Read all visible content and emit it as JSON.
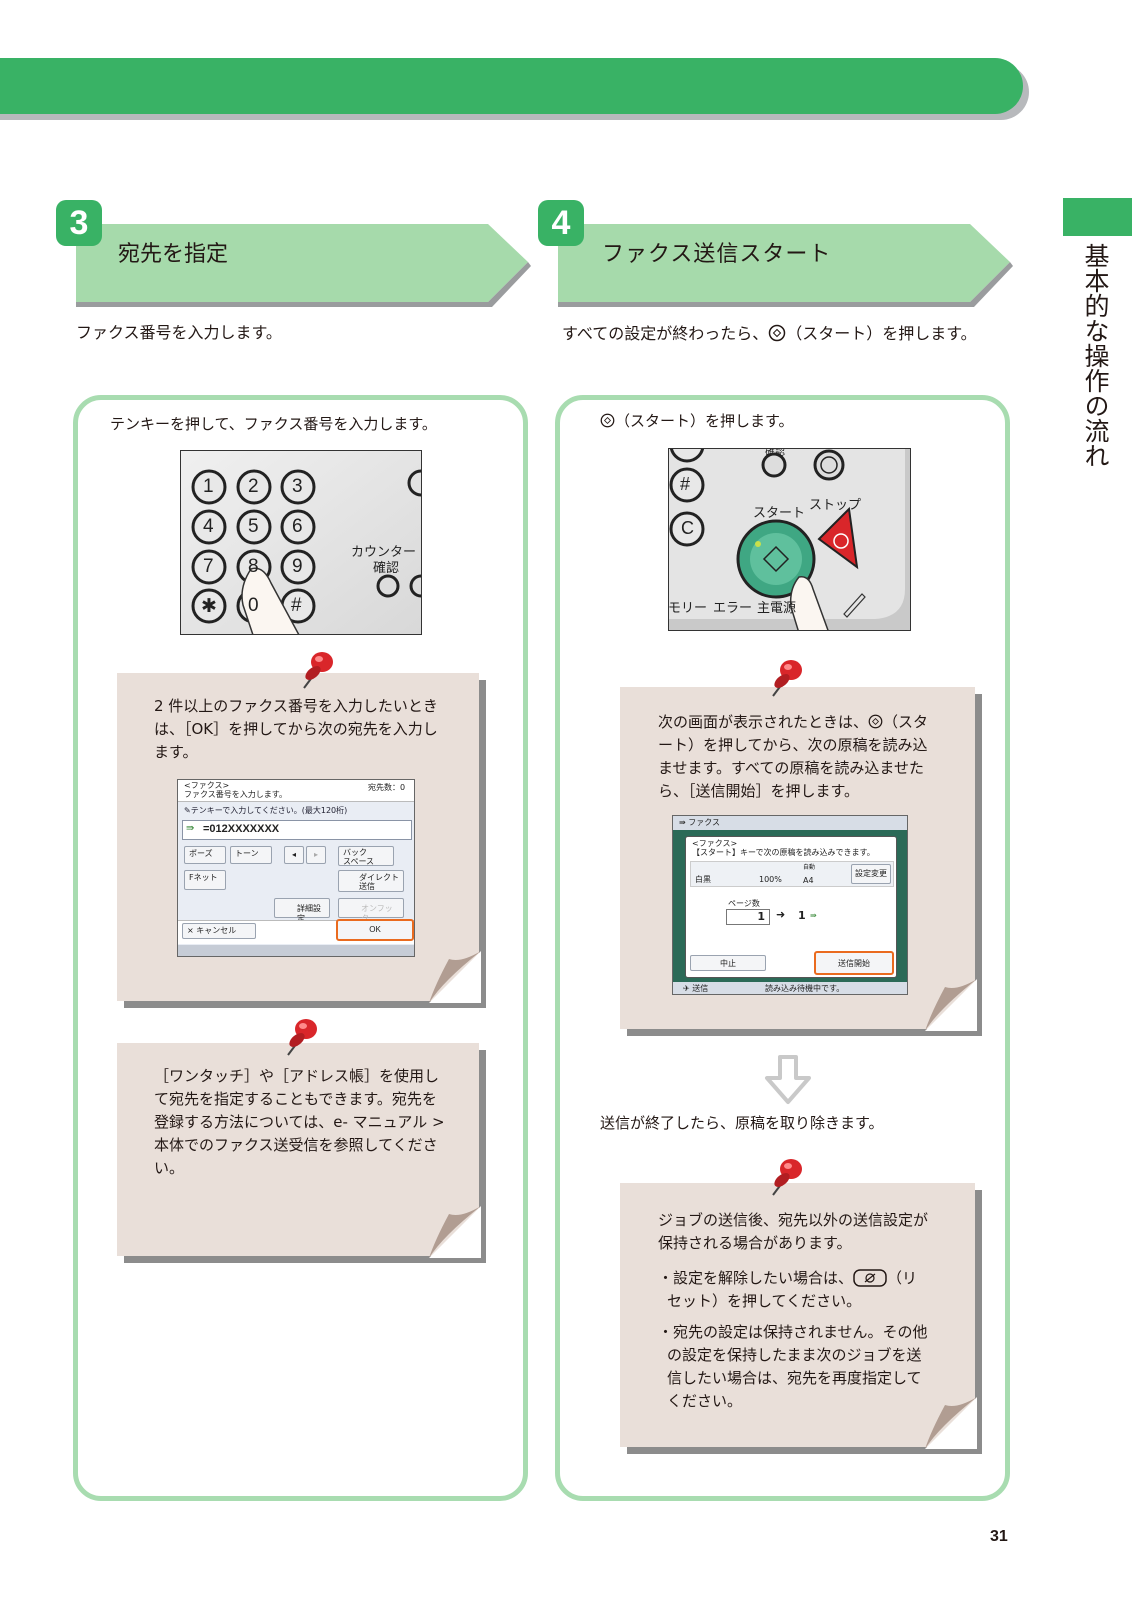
{
  "side_title": "基本的な操作の流れ",
  "page_number": "31",
  "steps": [
    {
      "number": "3",
      "title": "宛先を指定",
      "intro": "ファクス番号を入力します。",
      "instruction": "テンキーを押して、ファクス番号を入力します。",
      "keypad": {
        "keys": [
          "1",
          "2",
          "3",
          "4",
          "5",
          "6",
          "7",
          "8",
          "9",
          "✱",
          "0",
          "#"
        ],
        "counter_label_1": "カウンター",
        "counter_label_2": "確認"
      },
      "note1": "2 件以上のファクス番号を入力したいときは、［OK］を押してから次の宛先を入力します。",
      "screen": {
        "header_1": "<ファクス>",
        "header_2": "ファクス番号を入力します。",
        "dest_count": "宛先数：0",
        "hint": "テンキーで入力してください。(最大120桁)",
        "number": "=012XXXXXXX",
        "btn_pause": "ポーズ",
        "btn_tone": "トーン",
        "btn_backspace": "バック\nスペース",
        "btn_fnet": "Fネット",
        "btn_direct": "ダイレクト\n送信",
        "btn_detail": "詳細設定",
        "btn_onhook": "オンフック",
        "btn_cancel": "× キャンセル",
        "btn_ok": "OK"
      },
      "note2": "［ワンタッチ］や［アドレス帳］を使用して宛先を指定することもできます。宛先を登録する方法については、e- マニュアル > 本体でのファクス送受信を参照してください。"
    },
    {
      "number": "4",
      "title": "ファクス送信スタート",
      "intro_pre": "すべての設定が終わったら、",
      "intro_post": "（スタート）を押します。",
      "instruction_post": "（スタート）を押します。",
      "panel_labels": {
        "confirm": "確認",
        "start": "スタート",
        "stop": "ストップ",
        "memory": "モリー",
        "error": "エラー",
        "main_power": "主電源",
        "hash": "#",
        "c": "C"
      },
      "note1_pre": "次の画面が表示されたときは、",
      "note1_post": "（スタート）を押してから、次の原稿を読み込ませます。すべての原稿を読み込ませたら、［送信開始］を押します。",
      "screen": {
        "title": "ファクス",
        "header_1": "<ファクス>",
        "header_2": "【スタート】キーで次の原稿を読み込みできます。",
        "color": "白黒",
        "ratio": "100%",
        "auto_label": "自動",
        "size": "A4",
        "btn_settings": "設定変更",
        "page_label": "ページ数",
        "pages_from": "1",
        "pages_to": "1",
        "btn_stop": "中止",
        "btn_send": "送信開始",
        "status_left": "送信",
        "status_right": "読み込み待機中です。"
      },
      "after_text": "送信が終了したら、原稿を取り除きます。",
      "note2_main": "ジョブの送信後、宛先以外の送信設定が保持される場合があります。",
      "note2_bullet1_pre": "・設定を解除したい場合は、",
      "note2_bullet1_post": "（リセット）を押してください。",
      "note2_bullet2": "・宛先の設定は保持されません。その他の設定を保持したまま次のジョブを送信したい場合は、宛先を再度指定してください。"
    }
  ],
  "colors": {
    "green": "#39b265",
    "light_green": "#a8dcb0",
    "note_bg": "#e9dfd9",
    "pin_red": "#d9262a",
    "highlight": "#ea6b1f"
  }
}
